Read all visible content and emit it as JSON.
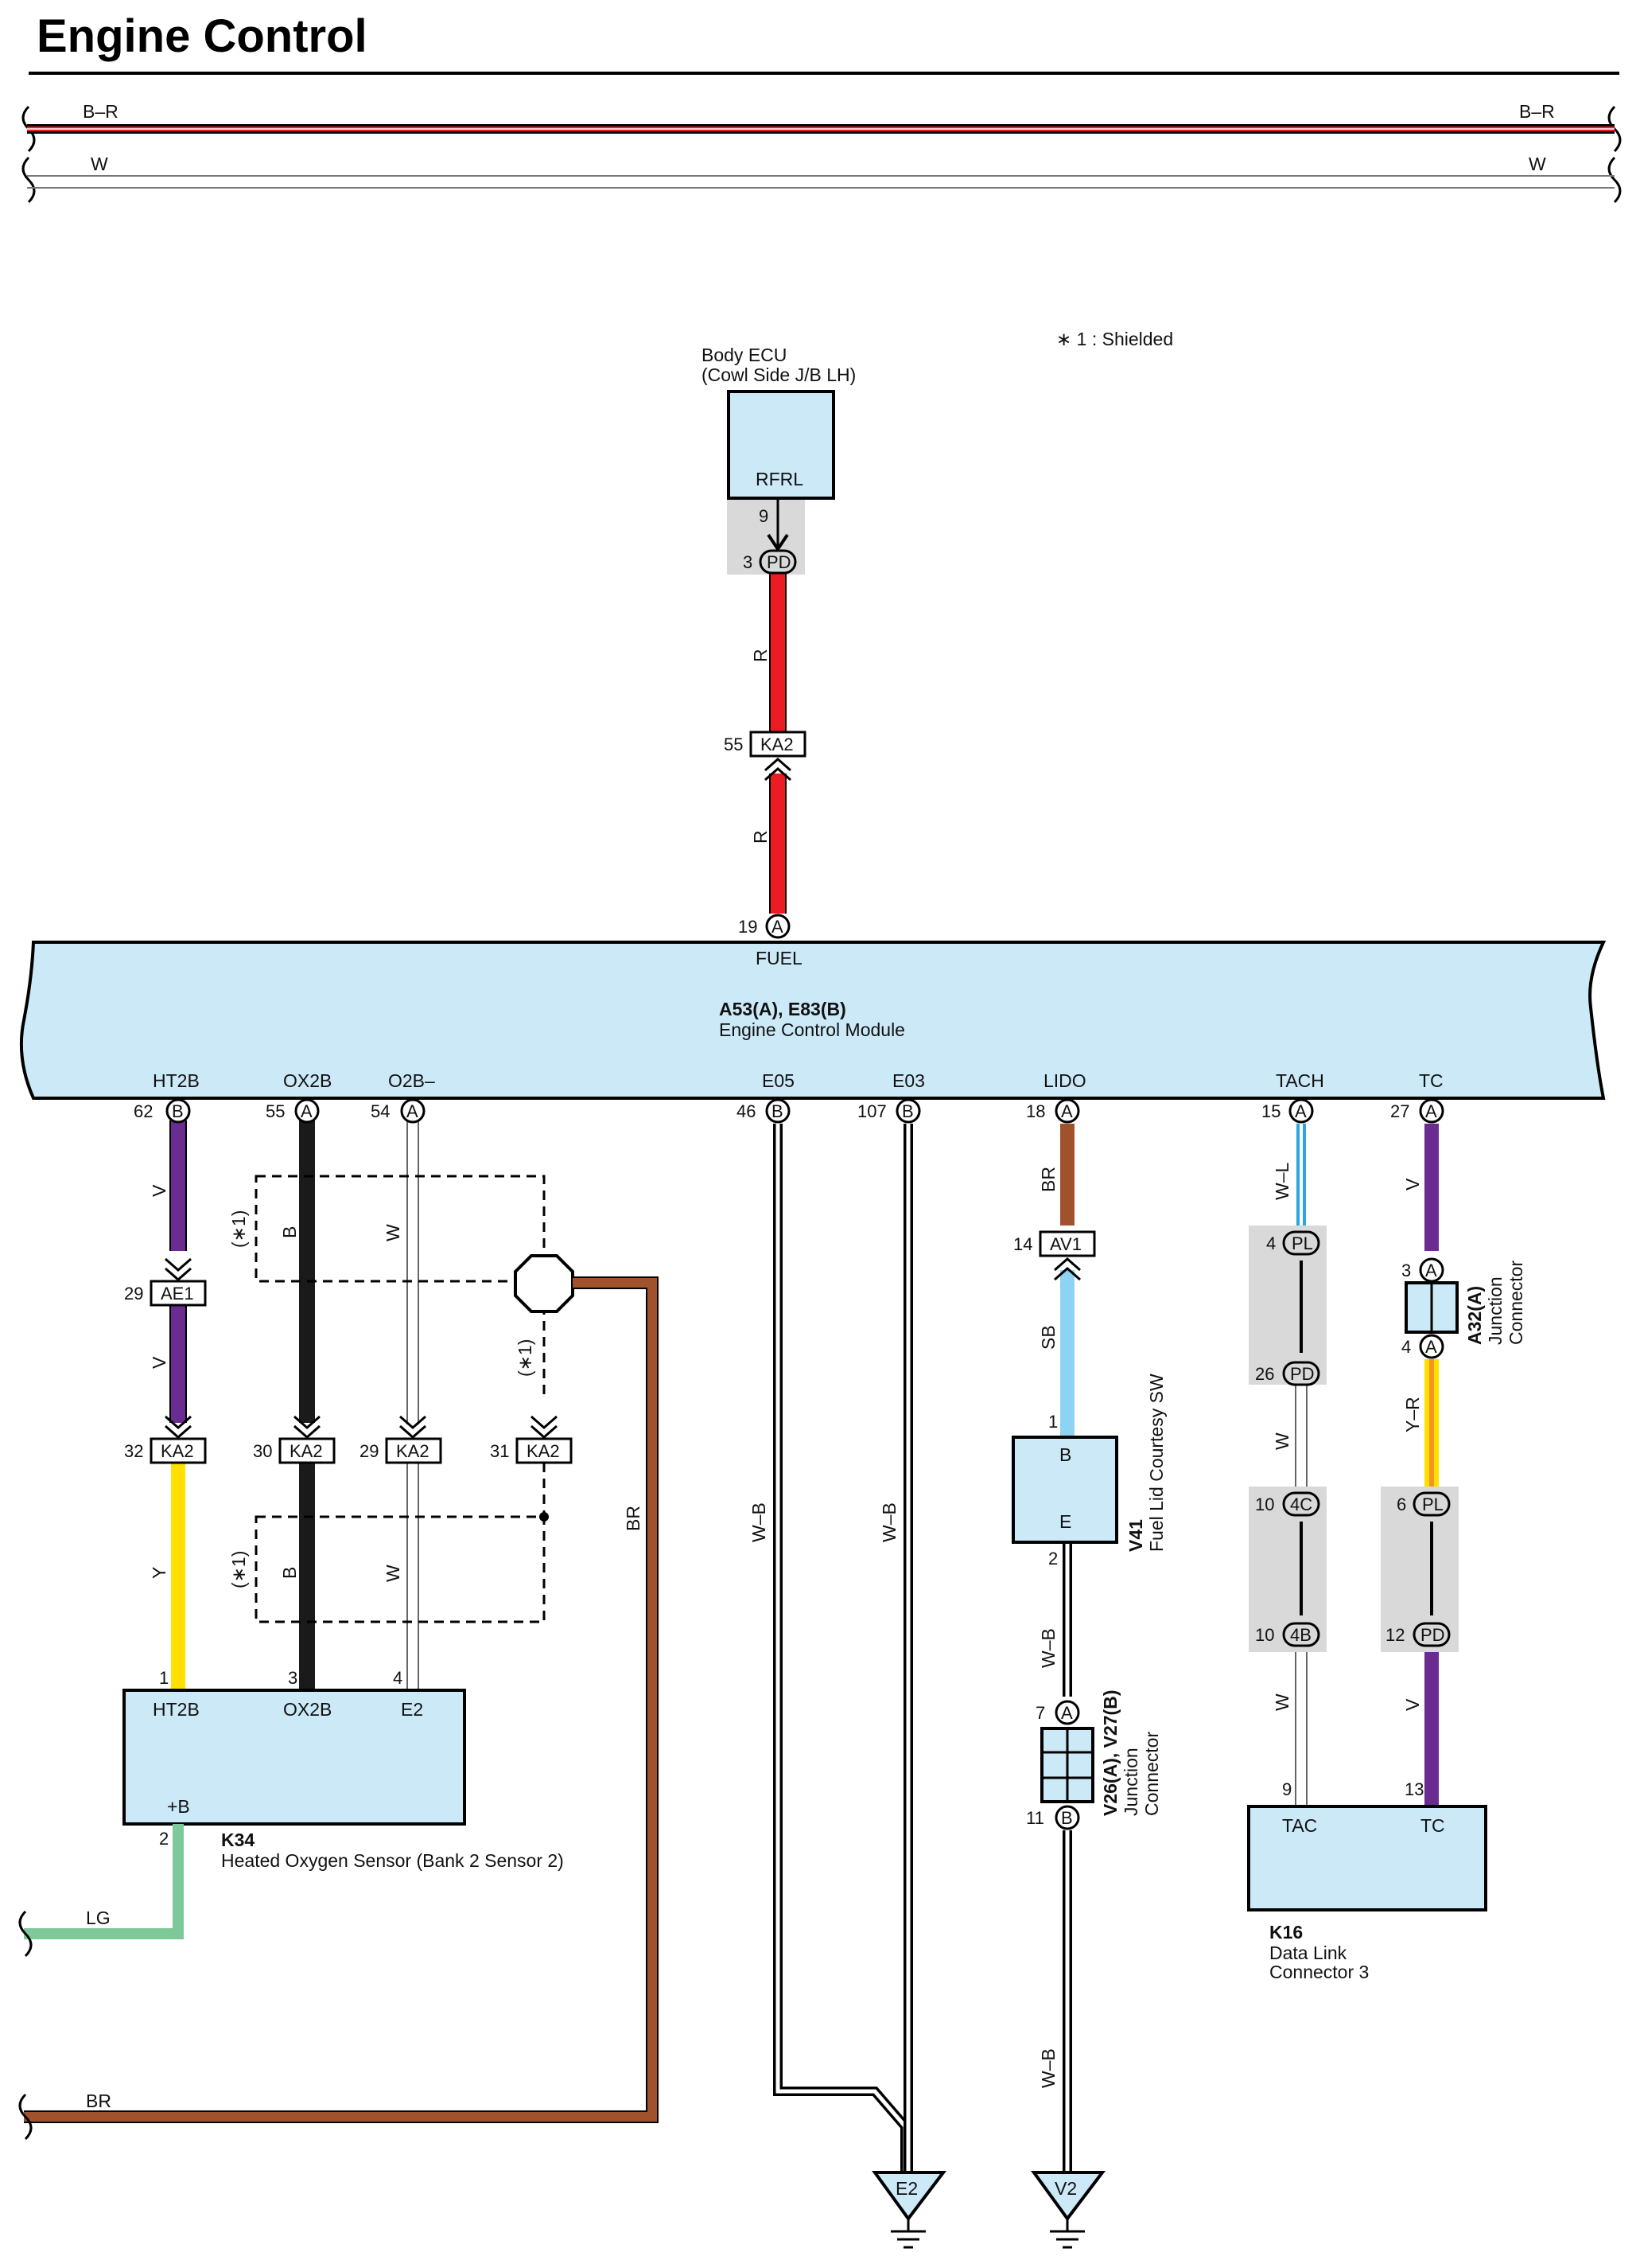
{
  "page_title": "Engine Control",
  "top_bus": {
    "line1_left": "B–R",
    "line1_right": "B–R",
    "line2_left": "W",
    "line2_right": "W"
  },
  "note": "∗ 1 : Shielded",
  "components": {
    "body_ecu": {
      "name": "Body ECU",
      "location": "(Cowl Side J/B LH)",
      "terminal": "RFRL"
    },
    "ecm": {
      "code": "A53(A), E83(B)",
      "name": "Engine Control Module",
      "top_terminal": "FUEL",
      "terminals": [
        "HT2B",
        "OX2B",
        "O2B–",
        "E05",
        "E03",
        "LIDO",
        "TACH",
        "TC"
      ]
    },
    "k34": {
      "code": "K34",
      "name": "Heated Oxygen Sensor (Bank 2 Sensor 2)",
      "terminals": [
        "HT2B",
        "OX2B",
        "E2",
        "+B"
      ]
    },
    "v41": {
      "code": "V41",
      "name": "Fuel Lid Courtesy SW",
      "terminals": [
        "B",
        "E"
      ]
    },
    "a32": {
      "code": "A32(A)",
      "name_line1": "Junction",
      "name_line2": "Connector"
    },
    "v26": {
      "code": "V26(A), V27(B)",
      "name_line1": "Junction",
      "name_line2": "Connector"
    },
    "k16": {
      "code": "K16",
      "name_line1": "Data Link",
      "name_line2": "Connector 3",
      "terminals": [
        "TAC",
        "TC"
      ]
    }
  },
  "connectors": {
    "pd_top": "PD",
    "ka2": "KA2",
    "ae1": "AE1",
    "av1": "AV1",
    "pl": "PL",
    "pd": "PD",
    "c4": "4C",
    "b4": "4B",
    "a": "A",
    "b": "B"
  },
  "pins": {
    "rfrl_9": "9",
    "pd_3": "3",
    "ka2_55": "55",
    "fuel_19": "19",
    "ecm_62": "62",
    "ecm_55": "55",
    "ecm_54": "54",
    "ecm_46": "46",
    "ecm_107": "107",
    "ecm_18": "18",
    "ecm_15": "15",
    "ecm_27": "27",
    "ae1_29": "29",
    "ka2_32": "32",
    "ka2_30": "30",
    "ka2_29": "29",
    "ka2_31": "31",
    "k34_1": "1",
    "k34_3": "3",
    "k34_4": "4",
    "k34_2": "2",
    "av1_14": "14",
    "v41_1": "1",
    "v41_2": "2",
    "v26_7": "7",
    "v26_11": "11",
    "pl_4": "4",
    "pd_26": "26",
    "c4_10": "10",
    "b4_10": "10",
    "k16_9": "9",
    "a32_3": "3",
    "a32_4": "4",
    "pl_6": "6",
    "pd_12": "12",
    "k16_13": "13"
  },
  "pin_letters": {
    "a": "A",
    "b": "B"
  },
  "wire_colors": {
    "r": "R",
    "v": "V",
    "b": "B",
    "w": "W",
    "y": "Y",
    "br": "BR",
    "wb": "W–B",
    "sb": "SB",
    "wl": "W–L",
    "yr": "Y–R",
    "lg": "LG",
    "shield": "(∗1)"
  },
  "grounds": {
    "e2": "E2",
    "v2": "V2"
  },
  "colors": {
    "component_fill": "#cce9f8",
    "connector_gray": "#d9d9d9",
    "red": "#ec1c24",
    "purple": "#6a2c91",
    "black": "#1a1a1a",
    "brown": "#a0522d",
    "yellow": "#ffe000",
    "light_blue": "#8fd3f4",
    "green": "#7ec99a",
    "orange": "#f7941d",
    "blue_stripe": "#2ba6de"
  }
}
